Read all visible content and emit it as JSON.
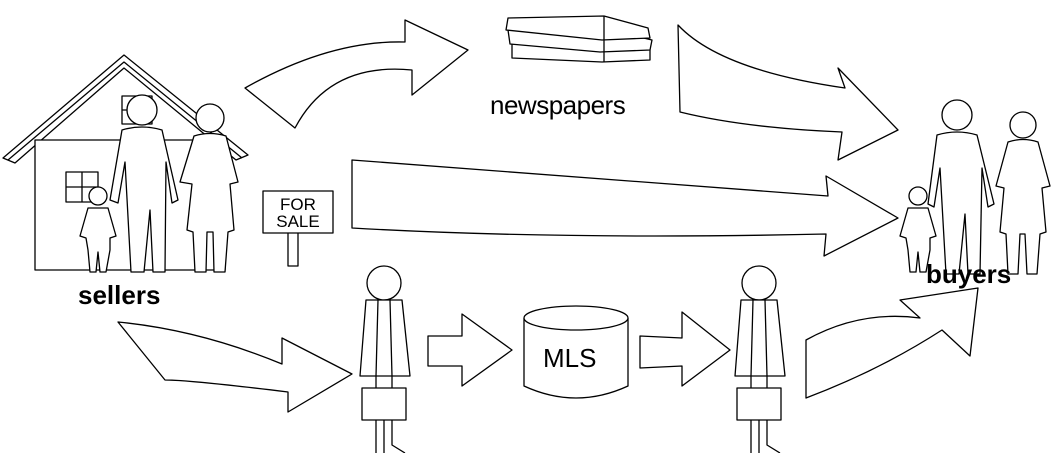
{
  "labels": {
    "sellers": "sellers",
    "buyers": "buyers",
    "newspapers": "newspapers",
    "mls": "MLS",
    "sign_line1": "FOR",
    "sign_line2": "SALE"
  }
}
